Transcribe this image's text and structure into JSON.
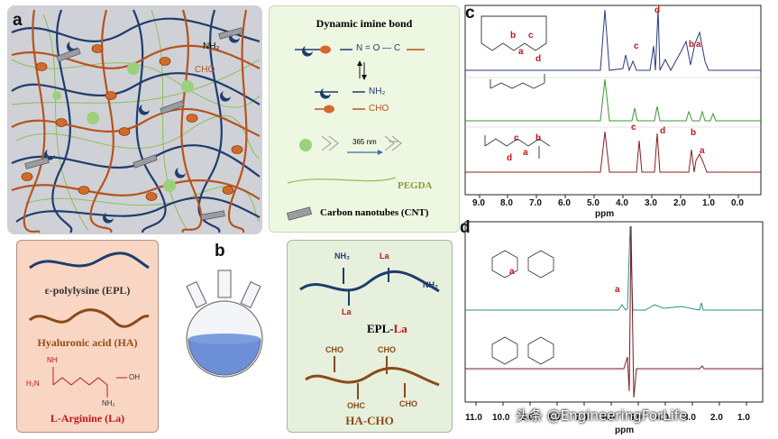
{
  "panels": {
    "a": "a",
    "b": "b",
    "c": "c",
    "d": "d"
  },
  "network": {
    "nh2": "NH₂",
    "cho": "CHO"
  },
  "legend": {
    "dynamic_title": "Dynamic imine bond",
    "imine": "N = O — C",
    "nh2": "NH₂",
    "cho": "CHO",
    "uv": "365 nm",
    "pegda": "PEGDA",
    "cnt": "Carbon nanotubes (CNT)"
  },
  "materials": {
    "epl": "ε-polylysine (EPL)",
    "ha": "Hyaluronic acid (HA)",
    "la": "L-Arginine (La)",
    "la_nh": "NH",
    "la_h2n": "H₂N",
    "la_oh": "OH",
    "la_nh2": "NH₂"
  },
  "modified": {
    "epl_nh2_a": "NH₂",
    "epl_nh2_b": "NH₂",
    "epl_la_a": "La",
    "epl_la_b": "La",
    "epl_la_prefix": "EPL-",
    "epl_la_suffix": "La",
    "cho1": "CHO",
    "cho2": "CHO",
    "cho3": "OHC",
    "cho4": "CHO",
    "ha_cho": "HA-CHO"
  },
  "nmr_c": {
    "xlabel": "ppm",
    "ticks": [
      "9.0",
      "8.0",
      "7.0",
      "6.0",
      "5.0",
      "4.0",
      "3.0",
      "2.0",
      "1.0",
      "0.0"
    ],
    "peaks_top": [
      "d",
      "c",
      "b",
      "a"
    ],
    "peaks_struct_top": [
      "b",
      "c",
      "a",
      "d"
    ],
    "peaks_bottom": [
      "c",
      "d",
      "b",
      "a"
    ],
    "peaks_struct_bottom": [
      "c",
      "a",
      "b",
      "d"
    ],
    "colors": {
      "top": "#2a3a7c",
      "middle": "#3a9a2e",
      "bottom": "#8c1c22"
    }
  },
  "nmr_d": {
    "xlabel": "ppm",
    "ticks": [
      "11.0",
      "10.0",
      "9.0",
      "8.0",
      "7.0",
      "6.0",
      "5.0",
      "4.0",
      "3.0",
      "2.0",
      "1.0"
    ],
    "peak_top": "a",
    "struct_peak": "a",
    "colors": {
      "top": "#2e8f86",
      "bottom": "#7a1a24"
    }
  },
  "watermark": "头条 @EngineeringForLife",
  "colors": {
    "epl": "#1f3c6e",
    "ha": "#b5541f",
    "la_red": "#c4151c",
    "pegda": "#7fb04a"
  }
}
